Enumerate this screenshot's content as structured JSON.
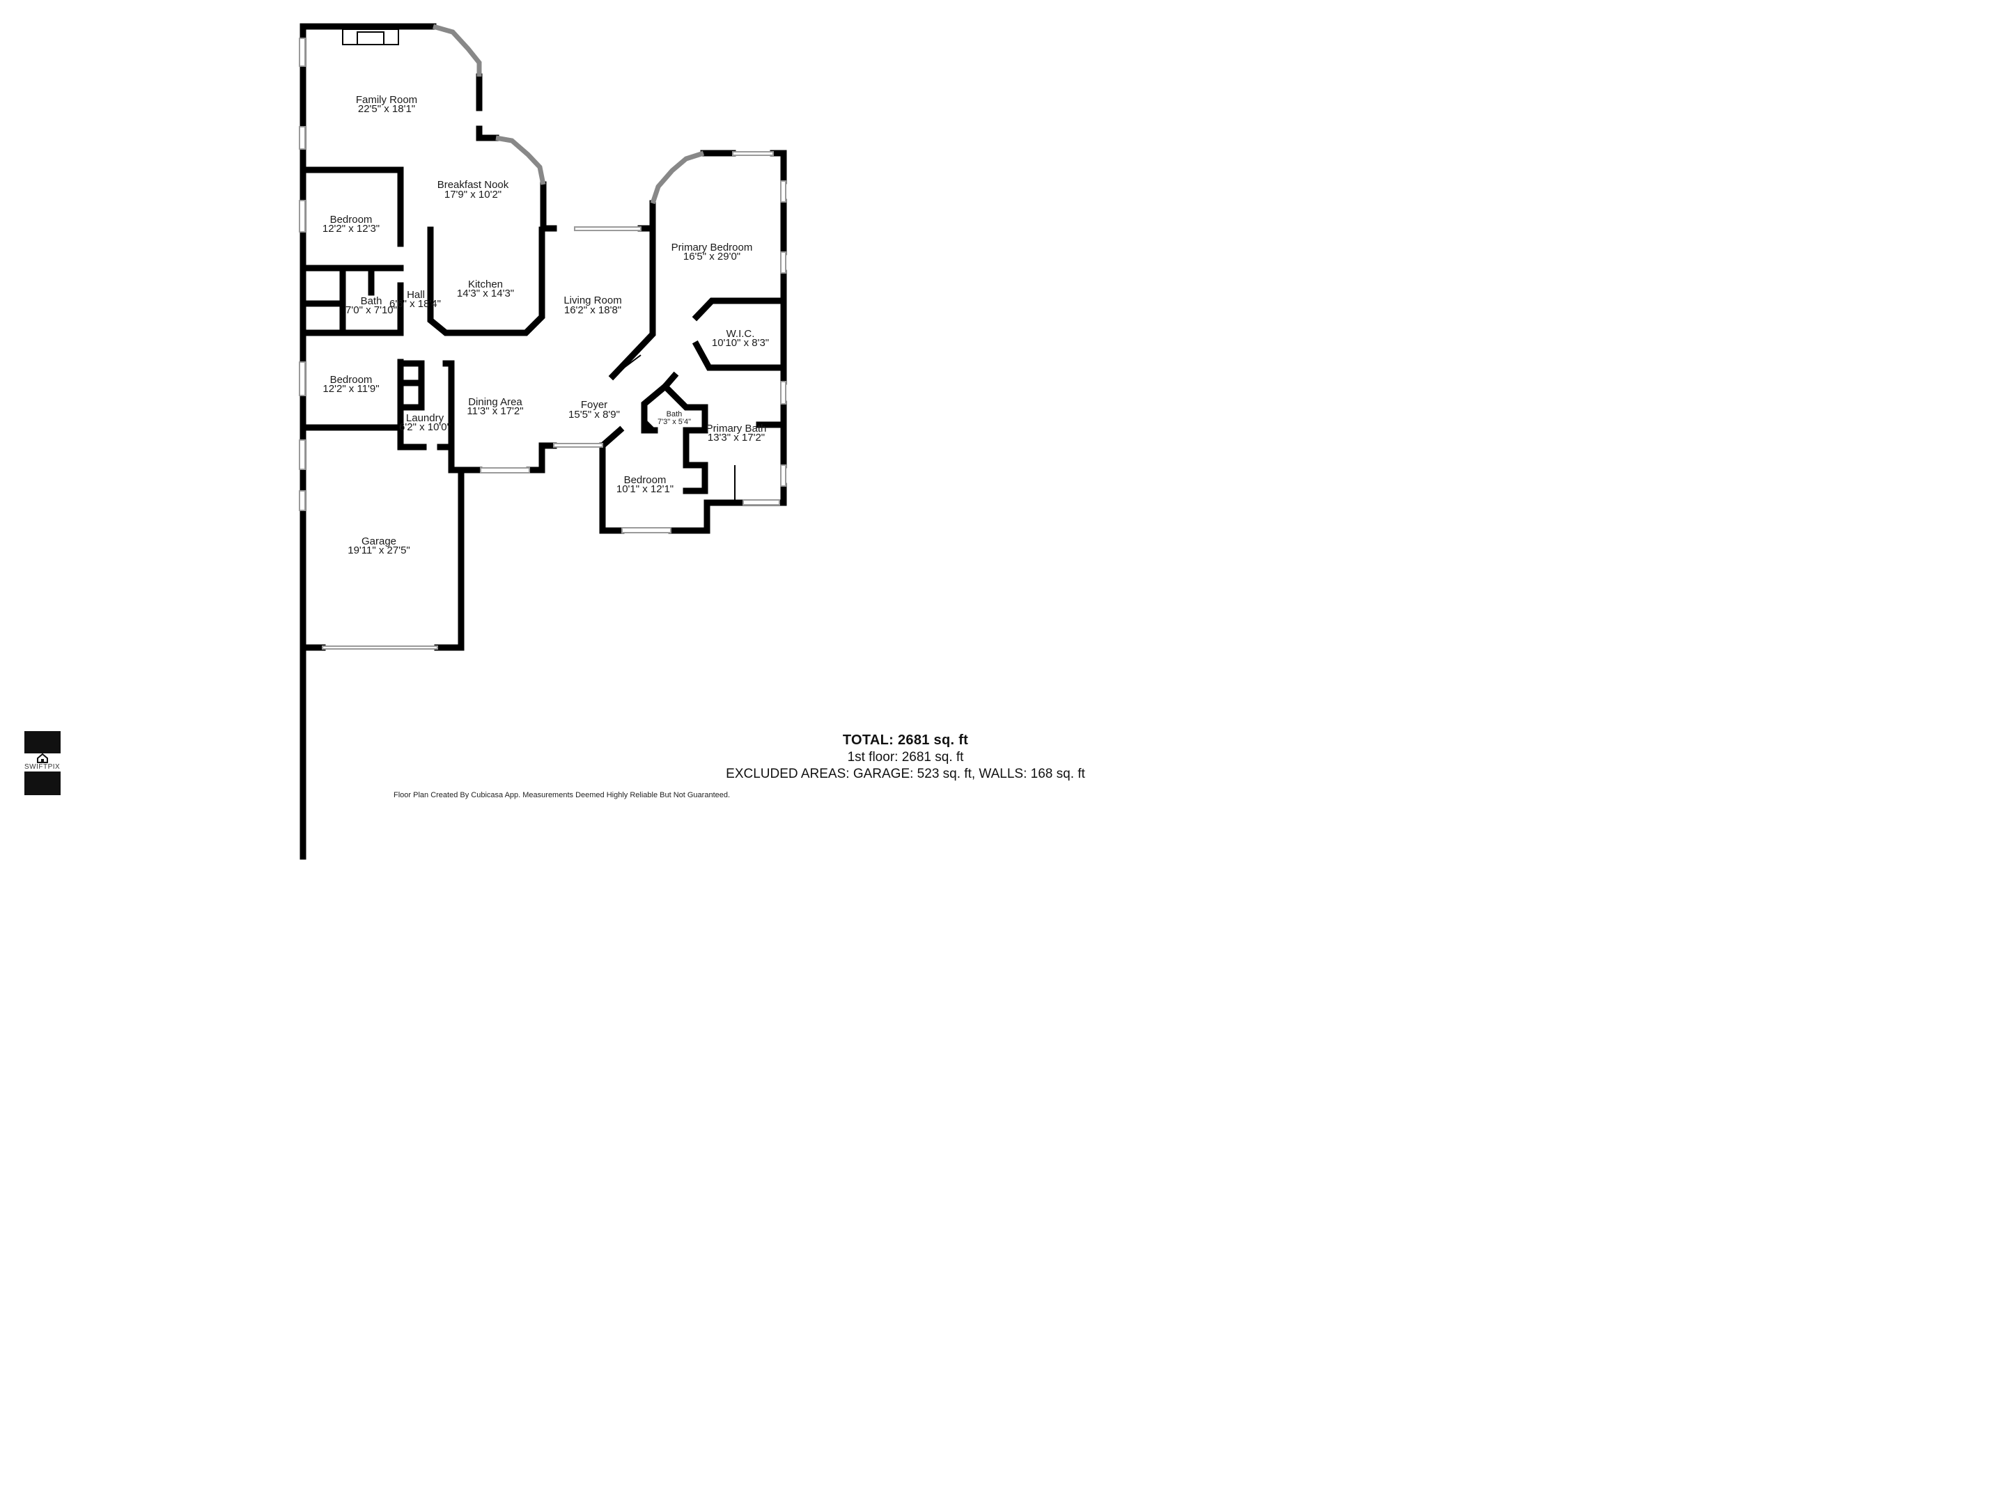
{
  "plan": {
    "rooms": [
      {
        "id": "family-room",
        "name": "Family Room",
        "dims": "22'5\" x 18'1\""
      },
      {
        "id": "breakfast-nook",
        "name": "Breakfast Nook",
        "dims": "17'9\" x 10'2\""
      },
      {
        "id": "bedroom-1",
        "name": "Bedroom",
        "dims": "12'2\" x 12'3\""
      },
      {
        "id": "kitchen",
        "name": "Kitchen",
        "dims": "14'3\" x 14'3\""
      },
      {
        "id": "hall",
        "name": "Hall",
        "dims": "6'6\" x 18'4\""
      },
      {
        "id": "bath-1",
        "name": "Bath",
        "dims": "7'0\" x 7'10\""
      },
      {
        "id": "living-room",
        "name": "Living Room",
        "dims": "16'2\" x 18'8\""
      },
      {
        "id": "primary-bedroom",
        "name": "Primary Bedroom",
        "dims": "16'5\" x 29'0\""
      },
      {
        "id": "wic",
        "name": "W.I.C.",
        "dims": "10'10\" x 8'3\""
      },
      {
        "id": "bedroom-2",
        "name": "Bedroom",
        "dims": "12'2\" x 11'9\""
      },
      {
        "id": "dining-area",
        "name": "Dining Area",
        "dims": "11'3\" x 17'2\""
      },
      {
        "id": "foyer",
        "name": "Foyer",
        "dims": "15'5\" x 8'9\""
      },
      {
        "id": "bath-2",
        "name": "Bath",
        "dims": "7'3\" x 5'4\""
      },
      {
        "id": "laundry",
        "name": "Laundry",
        "dims": "6'2\" x 10'0\""
      },
      {
        "id": "primary-bath",
        "name": "Primary Bath",
        "dims": "13'3\" x 17'2\""
      },
      {
        "id": "bedroom-3",
        "name": "Bedroom",
        "dims": "10'1\" x 12'1\""
      },
      {
        "id": "garage",
        "name": "Garage",
        "dims": "19'11\" x 27'5\""
      }
    ]
  },
  "summary": {
    "total": "TOTAL: 2681 sq. ft",
    "floor": "1st floor: 2681 sq. ft",
    "excluded": "EXCLUDED AREAS: GARAGE: 523 sq. ft, WALLS: 168 sq. ft",
    "disclaimer": "Floor Plan Created By Cubicasa App. Measurements Deemed Highly Reliable But Not Guaranteed."
  },
  "brand": {
    "name": "SWIFTPIX",
    "color": "#111111"
  }
}
